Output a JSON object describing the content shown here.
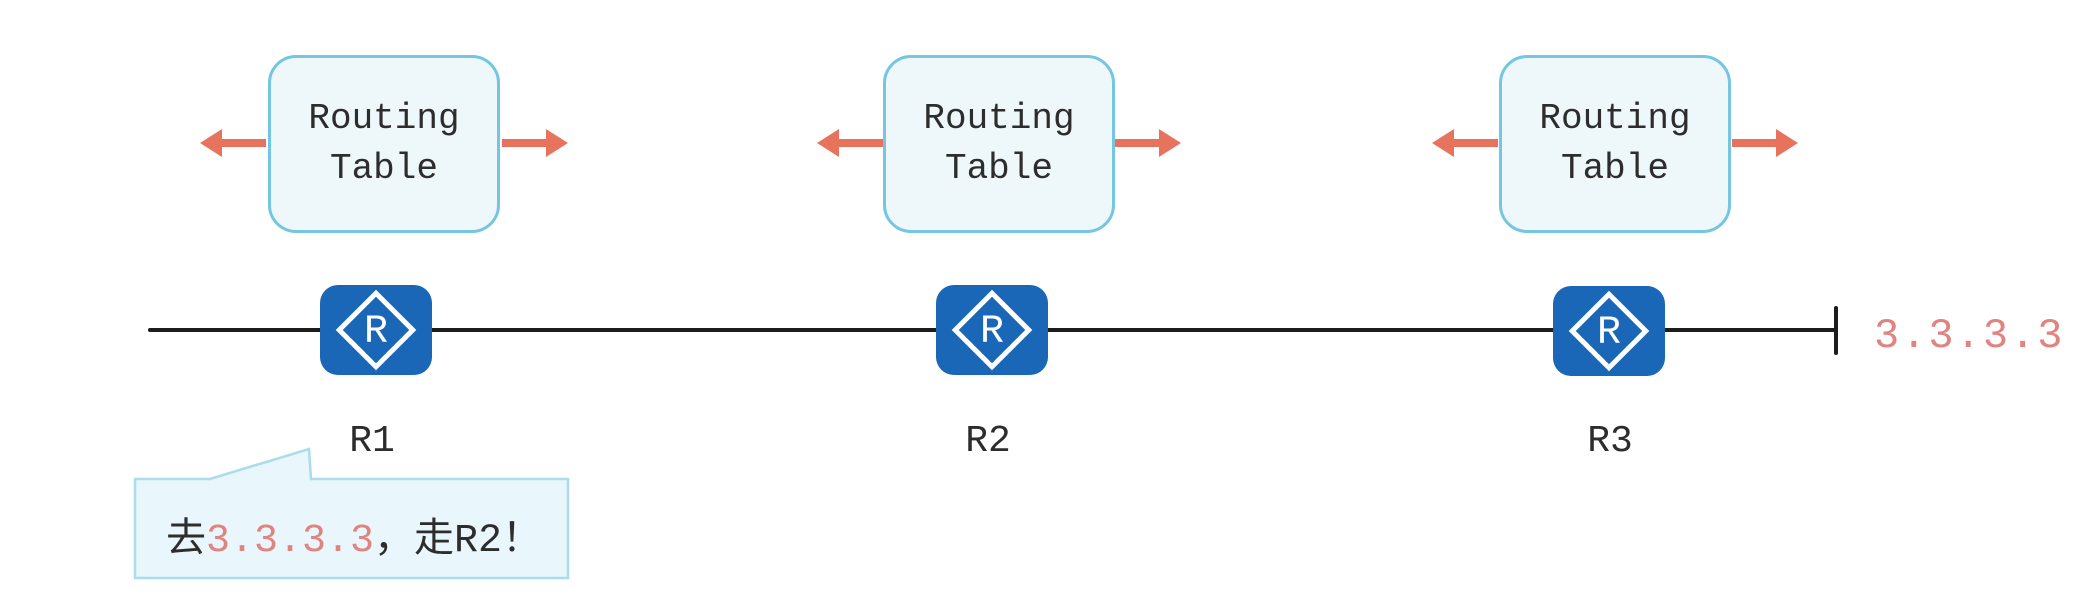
{
  "colors": {
    "background": "#ffffff",
    "line": "#1c1c1c",
    "arrow": "#e8735c",
    "router_fill": "#1a67b8",
    "router_glyph": "#ffffff",
    "box_border": "#74c6e2",
    "box_fill": "#eef8fb",
    "bubble_border": "#abdcec",
    "bubble_fill": "#e9f6fb",
    "label_text": "#2d2d2d",
    "ip_text": "#e08480"
  },
  "routing_table_box": {
    "label": "Routing\nTable"
  },
  "routers": [
    {
      "label": "R1",
      "glyph": "R"
    },
    {
      "label": "R2",
      "glyph": "R"
    },
    {
      "label": "R3",
      "glyph": "R"
    }
  ],
  "endpoint": {
    "ip": "3.3.3.3"
  },
  "callout": {
    "prefix": "去",
    "ip": "3.3.3.3",
    "suffix": "，走R2！"
  }
}
